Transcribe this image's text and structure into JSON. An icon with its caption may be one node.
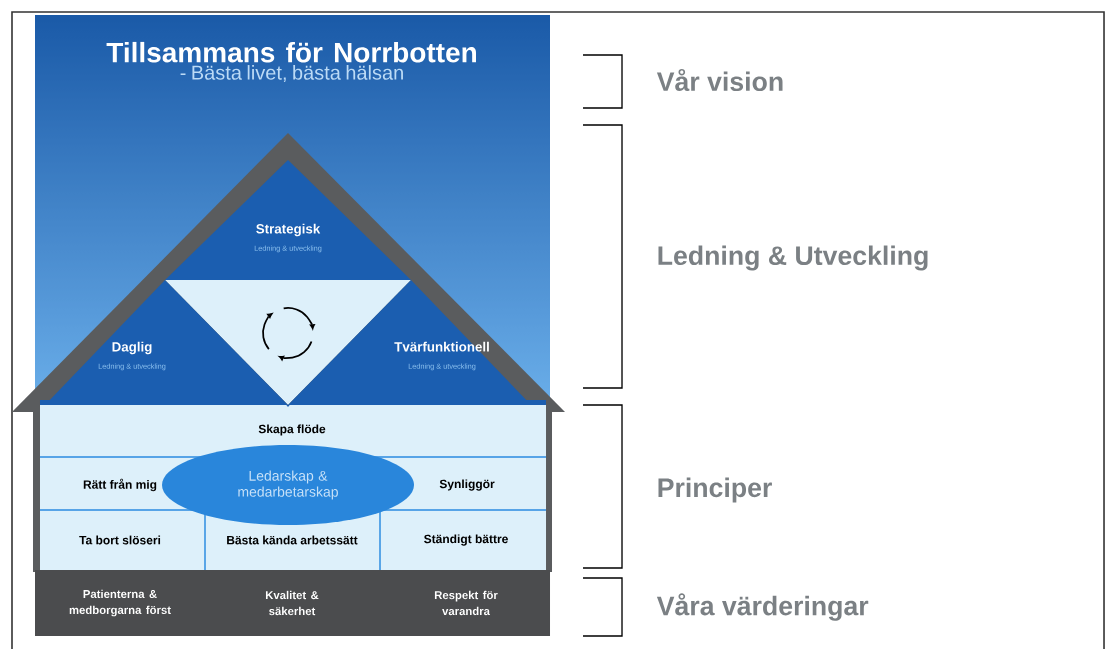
{
  "diagram": {
    "nodes": [
      {
        "text": [
          "Tillsammans för Norrbotten",
          "- Bästa livet, bästa hälsan"
        ]
      },
      {
        "text": [
          "Strategisk",
          "Ledning & utveckling"
        ]
      },
      {
        "text": [],
        "shape": "triangle"
      },
      {
        "text": [
          "Daglig",
          "Ledning & utveckling"
        ]
      },
      {
        "text": [
          "Tvärfunktionell",
          "Ledning & utveckling"
        ]
      },
      {
        "text": [
          "Skapa flöde"
        ]
      },
      {
        "text": [
          "Rätt från mig"
        ]
      },
      {
        "text": [
          "Ledarskap & medarbetarskap"
        ]
      },
      {
        "text": [
          "Synliggör"
        ]
      },
      {
        "text": [
          "Ta bort slöseri"
        ]
      },
      {
        "text": [
          "Bästa kända arbetssätt"
        ]
      },
      {
        "text": [
          "Ständigt bättre"
        ]
      },
      {
        "text": [
          "Patienterna & medborgarna först"
        ]
      },
      {
        "text": [
          "Kvalitet & säkerhet"
        ]
      },
      {
        "text": [
          "Respekt för varandra"
        ]
      }
    ],
    "labels": [
      "Vår vision",
      "Ledning & Utveckling",
      "Principer",
      "Våra värderingar"
    ]
  }
}
